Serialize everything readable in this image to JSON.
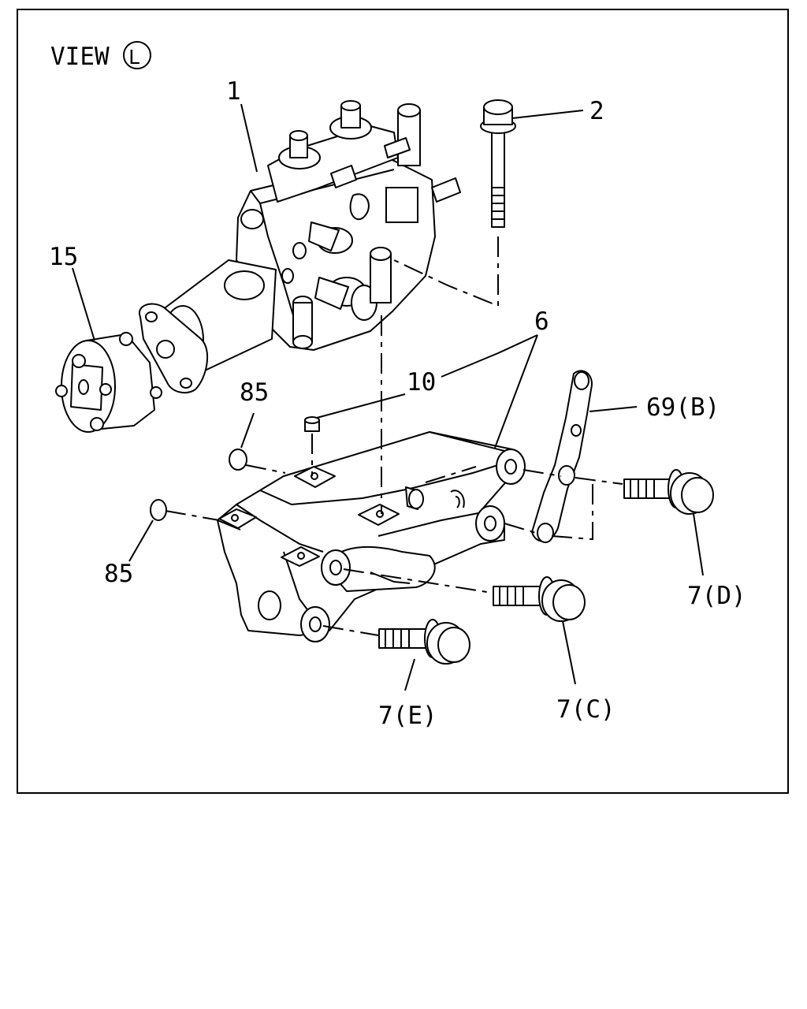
{
  "view": {
    "prefix": "VIEW",
    "letter": "L"
  },
  "callouts": {
    "c1": "1",
    "c2": "2",
    "c6": "6",
    "c10": "10",
    "c15": "15",
    "c85a": "85",
    "c85b": "85",
    "c69b": "69(B)",
    "c7c": "7(C)",
    "c7d": "7(D)",
    "c7e": "7(E)"
  },
  "colors": {
    "ink": "#000000",
    "paper": "#ffffff"
  }
}
